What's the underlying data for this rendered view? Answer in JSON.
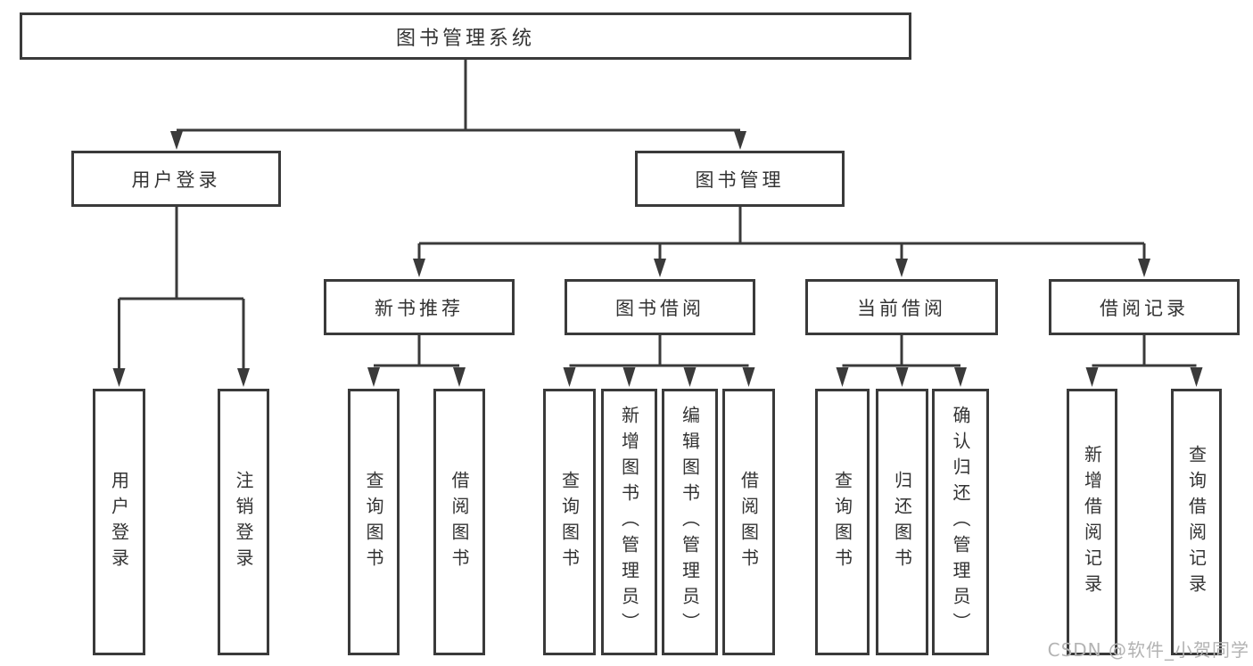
{
  "diagram": {
    "root": {
      "label": "图书管理系统"
    },
    "level2": [
      {
        "label": "用户登录"
      },
      {
        "label": "图书管理"
      }
    ],
    "level3": [
      {
        "label": "新书推荐"
      },
      {
        "label": "图书借阅"
      },
      {
        "label": "当前借阅"
      },
      {
        "label": "借阅记录"
      }
    ],
    "leaves": {
      "user_login": [
        {
          "label": "用户登录"
        },
        {
          "label": "注销登录"
        }
      ],
      "new_book_recommend": [
        {
          "label": "查询图书"
        },
        {
          "label": "借阅图书"
        }
      ],
      "book_borrow": [
        {
          "label": "查询图书"
        },
        {
          "label": "新增图书（管理员）"
        },
        {
          "label": "编辑图书（管理员）"
        },
        {
          "label": "借阅图书"
        }
      ],
      "current_borrow": [
        {
          "label": "查询图书"
        },
        {
          "label": "归还图书"
        },
        {
          "label": "确认归还（管理员）"
        }
      ],
      "borrow_records": [
        {
          "label": "新增借阅记录"
        },
        {
          "label": "查询借阅记录"
        }
      ]
    }
  },
  "watermark": {
    "text": "CSDN @软件_小贺同学"
  },
  "colors": {
    "line": "#3a3a3a",
    "text": "#333333",
    "background": "#ffffff",
    "watermark": "#b3b3b3"
  }
}
